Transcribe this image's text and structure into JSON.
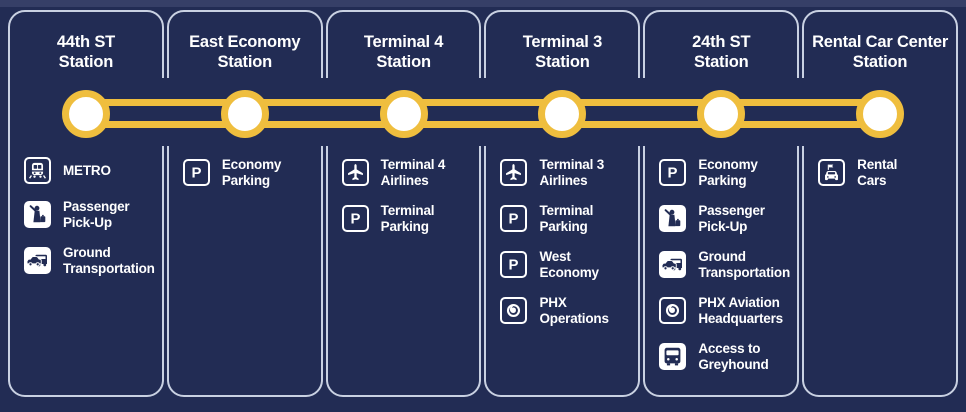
{
  "palette": {
    "background": "#222c54",
    "panel_border": "#c9d1e2",
    "line_gold": "#efbe3e",
    "marker_fill": "#ffffff",
    "text": "#ffffff"
  },
  "line": {
    "name": "skytrain-route-line",
    "station_count": 6
  },
  "stations": [
    {
      "title": "44th ST\nStation",
      "items": [
        {
          "icon": "metro-train-icon",
          "style": "outline",
          "label": "METRO"
        },
        {
          "icon": "passenger-pickup-icon",
          "style": "solid",
          "label": "Passenger\nPick-Up"
        },
        {
          "icon": "ground-transportation-icon",
          "style": "solid",
          "label": "Ground\nTransportation"
        }
      ]
    },
    {
      "title": "East Economy\nStation",
      "items": [
        {
          "icon": "parking-icon",
          "style": "outline",
          "label": "Economy\nParking"
        }
      ]
    },
    {
      "title": "Terminal 4\nStation",
      "items": [
        {
          "icon": "airlines-plane-icon",
          "style": "outline",
          "label": "Terminal 4\nAirlines"
        },
        {
          "icon": "parking-icon",
          "style": "outline",
          "label": "Terminal\nParking"
        }
      ]
    },
    {
      "title": "Terminal 3\nStation",
      "items": [
        {
          "icon": "airlines-plane-icon",
          "style": "outline",
          "label": "Terminal 3\nAirlines"
        },
        {
          "icon": "parking-icon",
          "style": "outline",
          "label": "Terminal\nParking"
        },
        {
          "icon": "parking-icon",
          "style": "outline",
          "label": "West\nEconomy"
        },
        {
          "icon": "phx-phoenix-icon",
          "style": "outline",
          "label": "PHX\nOperations"
        }
      ]
    },
    {
      "title": "24th ST\nStation",
      "items": [
        {
          "icon": "parking-icon",
          "style": "outline",
          "label": "Economy\nParking"
        },
        {
          "icon": "passenger-pickup-icon",
          "style": "solid",
          "label": "Passenger\nPick-Up"
        },
        {
          "icon": "ground-transportation-icon",
          "style": "solid",
          "label": "Ground\nTransportation"
        },
        {
          "icon": "phx-phoenix-icon",
          "style": "outline",
          "label": "PHX Aviation\nHeadquarters"
        },
        {
          "icon": "greyhound-bus-icon",
          "style": "solid",
          "label": "Access to\nGreyhound"
        }
      ]
    },
    {
      "title": "Rental Car Center\nStation",
      "items": [
        {
          "icon": "rental-car-icon",
          "style": "outline",
          "label": "Rental\nCars"
        }
      ]
    }
  ]
}
